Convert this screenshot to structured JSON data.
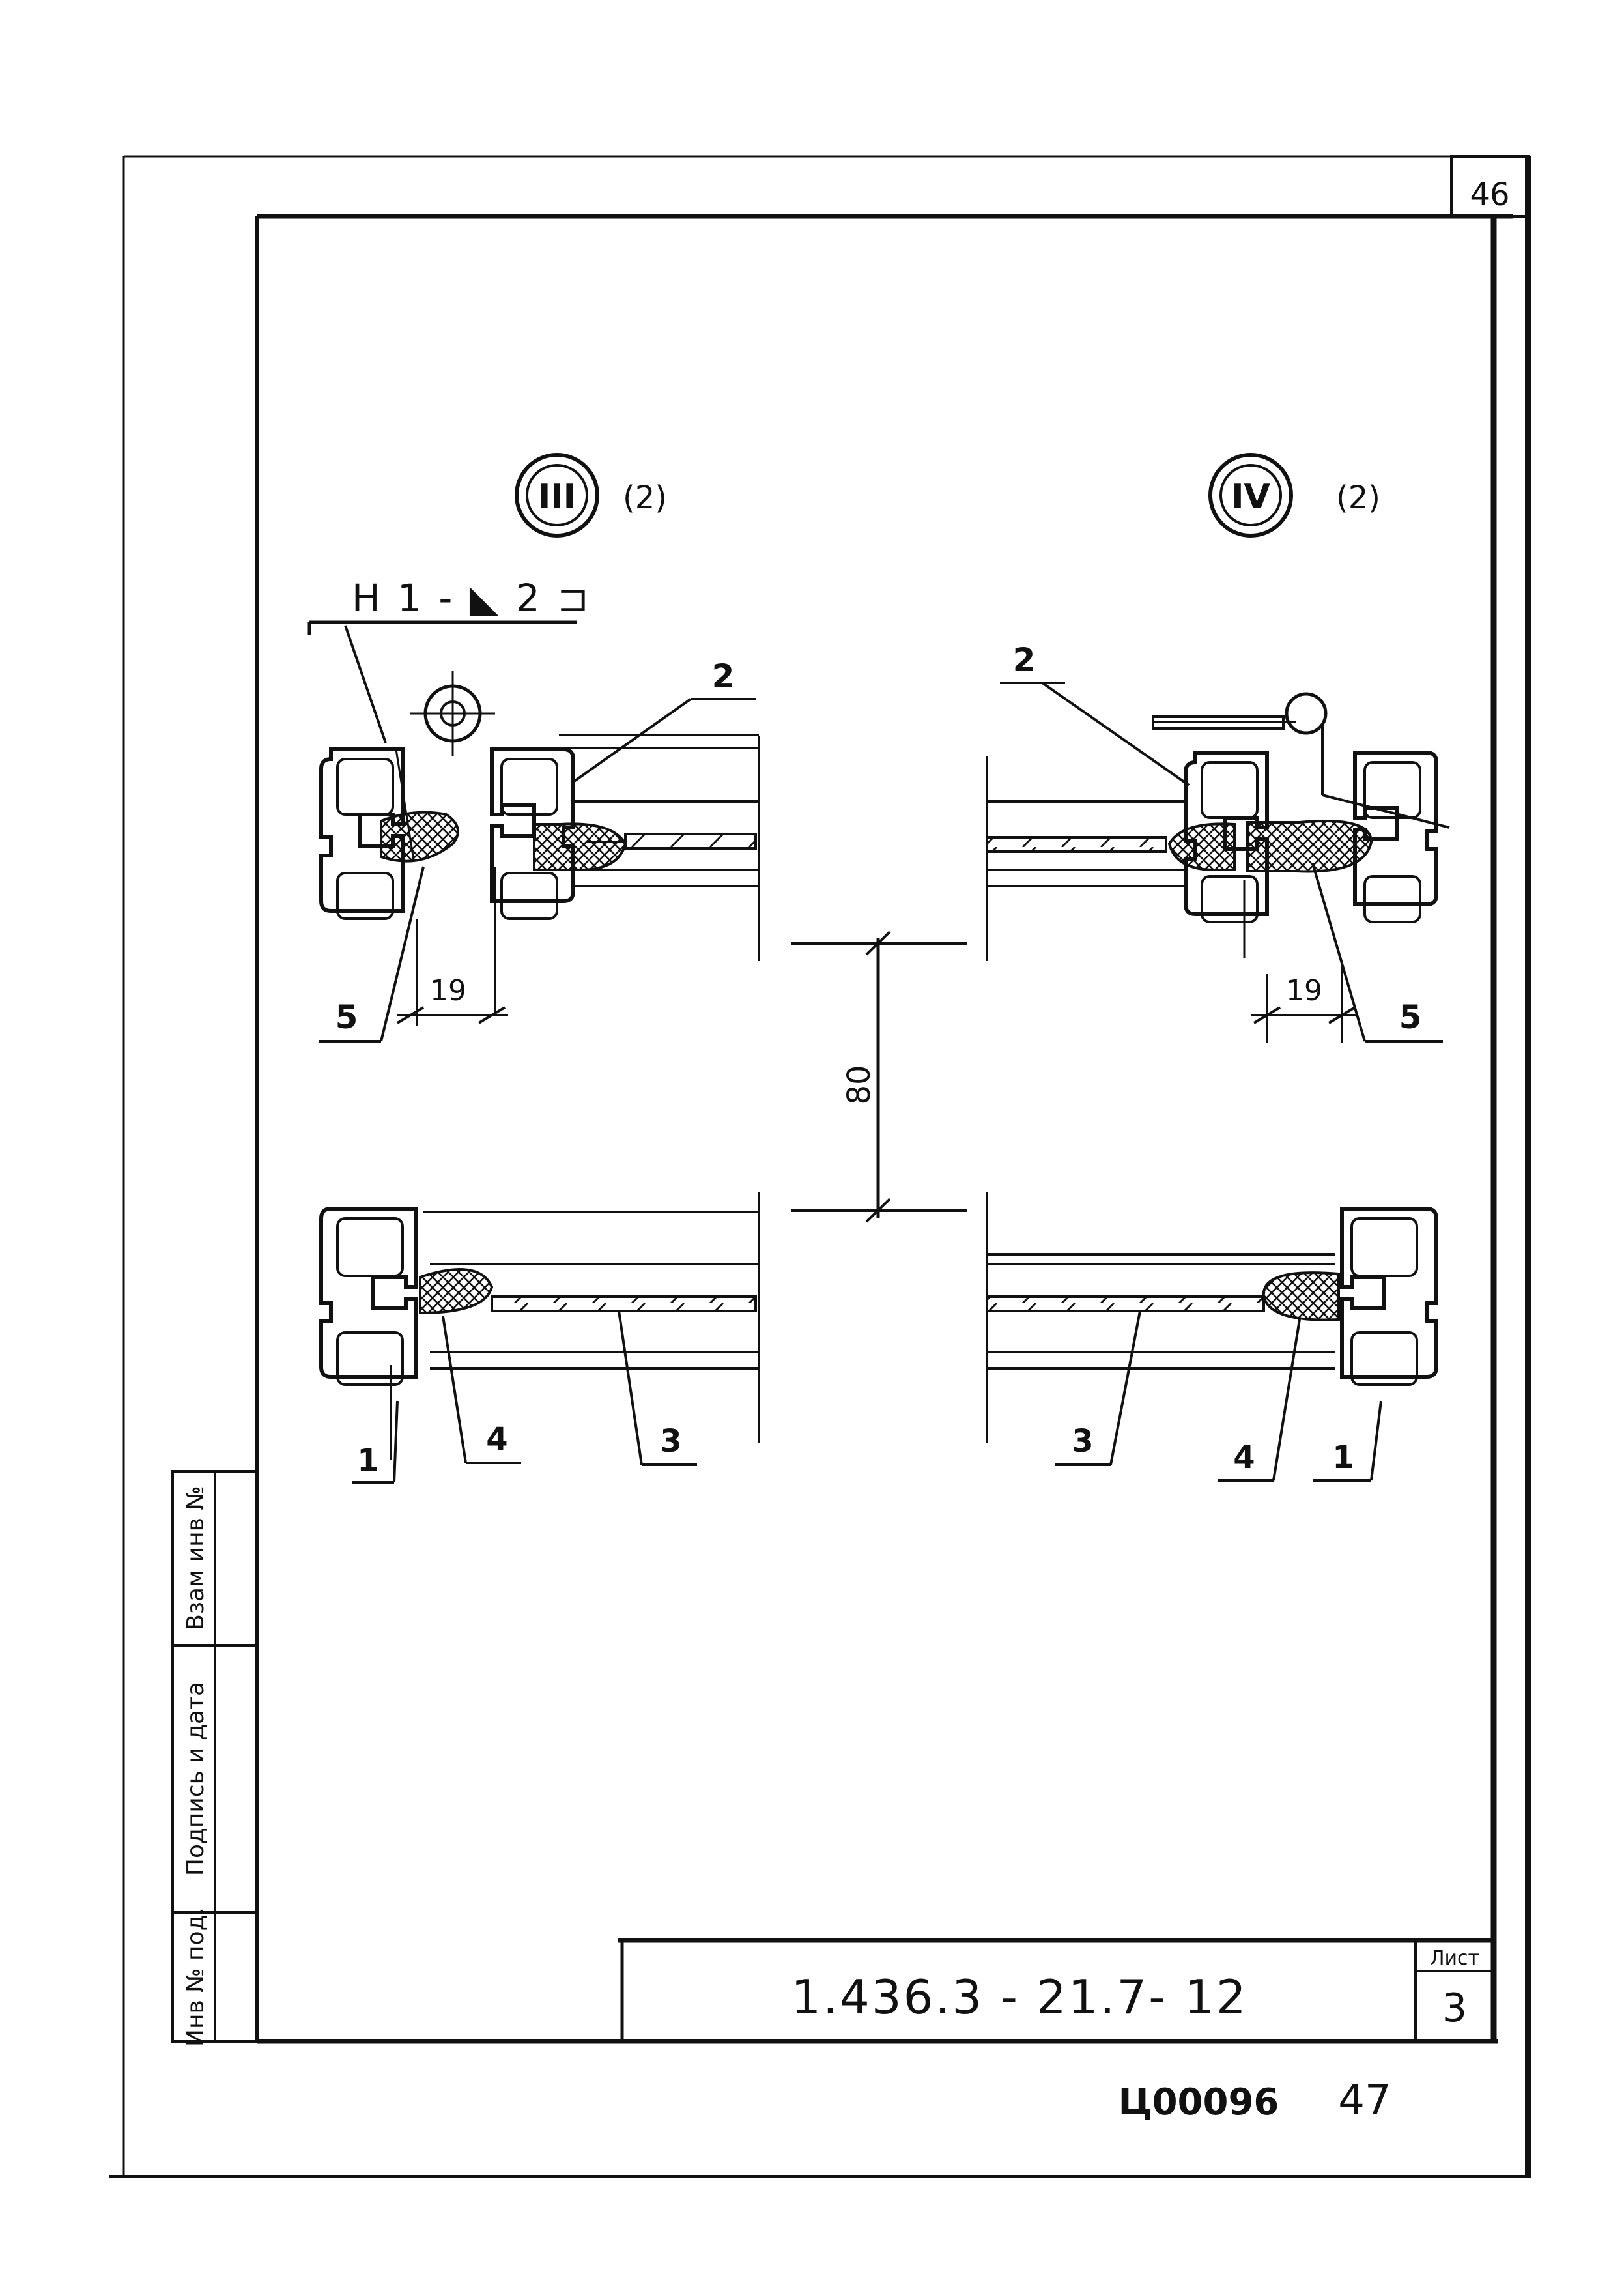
{
  "sheet": {
    "corner_number": "46",
    "details": [
      {
        "id": "III",
        "qty": "(2)"
      },
      {
        "id": "IV",
        "qty": "(2)"
      }
    ],
    "weld_mark": "Н 1 - ◣ 2 ⊐",
    "callouts": {
      "part_1": "1",
      "part_2": "2",
      "part_3": "3",
      "part_4": "4",
      "part_5": "5"
    },
    "dimensions": {
      "gap_left": "19",
      "gap_right": "19",
      "spacing": "80"
    },
    "side_stamp": [
      "Инв № под.",
      "Подпись и дата",
      "Взам инв №"
    ],
    "title_block": {
      "code": "1.436.3 - 21.7- 12",
      "sheet_label": "Лист",
      "sheet_number": "3"
    },
    "footer": {
      "archive_code": "Ц00096",
      "page": "47"
    }
  }
}
